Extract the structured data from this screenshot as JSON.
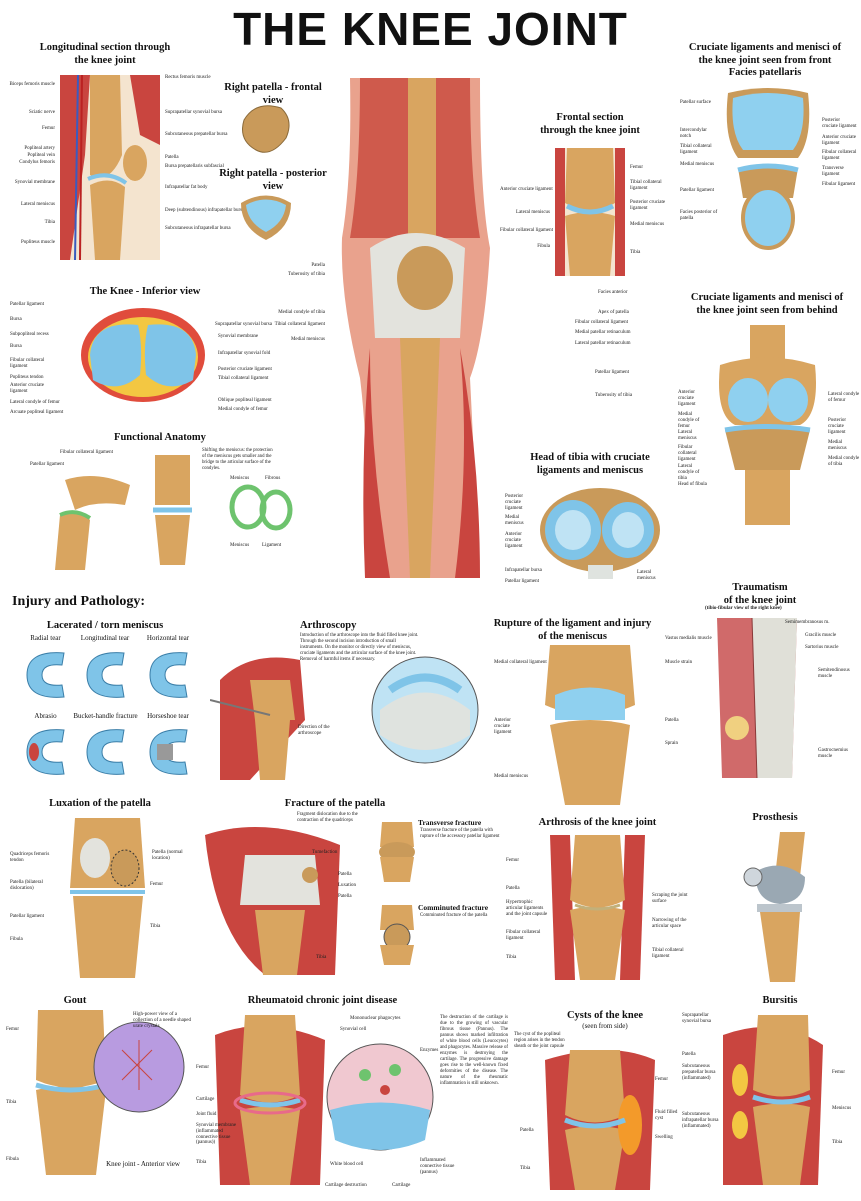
{
  "title": "THE KNEE JOINT",
  "longitudinal": {
    "heading": "Longitudinal section through\nthe knee joint",
    "labels_left": [
      "Biceps femoris muscle",
      "Sciatic nerve",
      "Femur",
      "Popliteal artery",
      "Popliteal vein",
      "Condylus femoris",
      "Synovial membrane",
      "Lateral meniscus",
      "Tibia",
      "Popliteus muscle"
    ],
    "labels_right": [
      "Rectus femoris muscle",
      "Suprapatellar synovial bursa",
      "Subcutaneous prepatellar bursa",
      "Patella",
      "Bursa prepatellaris subfascial",
      "Infrapatellar fat body",
      "Deep (subtendinous) infrapatellar bursa",
      "Subcutaneous infrapatellar bursa"
    ]
  },
  "patella_front": {
    "heading": "Right patella - frontal view"
  },
  "patella_back": {
    "heading": "Right patella - posterior view"
  },
  "frontal": {
    "heading": "Frontal section\nthrough the knee joint",
    "labels_left": [
      "Anterior cruciate ligament",
      "Lateral meniscus",
      "Fibular collateral ligament",
      "Fibula"
    ],
    "labels_right": [
      "Femur",
      "Tibial collateral ligament",
      "Posterior cruciate ligament",
      "Medial meniscus",
      "Tibia"
    ]
  },
  "central": {
    "labels_left": [
      "Patella",
      "Tuberosity of tibia",
      "Medial condyle of tibia",
      "Tibial collateral ligament",
      "Medial meniscus"
    ],
    "labels_right": [
      "Facies anterior",
      "Apex of patella",
      "Fibular collateral ligament",
      "Medial patellar retinaculum",
      "Lateral patellar retinaculum",
      "Patellar ligament",
      "Tuberosity of tibia"
    ]
  },
  "cruciate_front": {
    "heading": "Cruciate ligaments and menisci of\nthe knee joint seen from front\nFacies patellaris",
    "labels_left": [
      "Patellar surface",
      "Intercondylar notch",
      "Tibial collateral ligament",
      "Medial meniscus",
      "Patellar ligament",
      "Facies posterior of patella"
    ],
    "labels_right": [
      "Posterior cruciate ligament",
      "Anterior cruciate ligament",
      "Fibular collateral ligament",
      "Transverse ligament",
      "Fibular ligament"
    ]
  },
  "cruciate_back": {
    "heading": "Cruciate ligaments and menisci of\nthe knee joint seen from behind",
    "labels_left": [
      "Anterior cruciate ligament",
      "Medial condyle of femur",
      "Lateral meniscus",
      "Fibular collateral ligament",
      "Lateral condyle of tibia",
      "Head of fibula"
    ],
    "labels_right": [
      "Lateral condyle of femur",
      "Posterior cruciate ligament",
      "Medial meniscus",
      "Medial condyle of tibia"
    ]
  },
  "inferior": {
    "heading": "The Knee - Inferior view",
    "labels_left": [
      "Patellar ligament",
      "Bursa",
      "Subpopliteal recess",
      "Bursa",
      "Fibular collateral ligament",
      "Popliteus tendon",
      "Anterior cruciate ligament",
      "Lateral condyle of femur",
      "Arcuate popliteal ligament"
    ],
    "labels_right": [
      "Suprapatellar synovial bursa",
      "Synovial membrane",
      "Infrapatellar synovial fold",
      "Posterior cruciate ligament",
      "Tibial collateral ligament",
      "Oblique popliteal ligament",
      "Medial condyle of femur"
    ]
  },
  "functional": {
    "heading": "Functional Anatomy",
    "labels": [
      "Patellar ligament",
      "Fibular collateral ligament",
      "Meniscus",
      "Fibrous",
      "Meniscus",
      "Ligament"
    ],
    "text": "Shifting the meniscus: the protection of the meniscus gets smaller and the bridge to the articular surface of the condyles."
  },
  "head_tibia": {
    "heading": "Head of tibia with cruciate\nligaments and meniscus",
    "labels_left": [
      "Posterior cruciate ligament",
      "Medial meniscus",
      "Anterior cruciate ligament",
      "Infrapatellar bursa",
      "Patellar ligament"
    ],
    "labels_right": [
      "Lateral meniscus"
    ]
  },
  "injury": {
    "heading": "Injury and Pathology:"
  },
  "meniscus": {
    "heading": "Lacerated / torn meniscus",
    "tears": [
      "Radial tear",
      "Longitudinal tear",
      "Horizontal tear",
      "Abrasio",
      "Bucket-handle fracture",
      "Horseshoe tear"
    ]
  },
  "arthroscopy": {
    "heading": "Arthroscopy",
    "text": "Introduction of the arthroscope into the fluid filled knee joint. Through the second incision introduction of small instruments. On the monitor or directly view of meniscus, cruciate ligaments and the articular surface of the knee joint. Removal of harmful items if necessary.",
    "labels": [
      "Direction of the arthroscope"
    ]
  },
  "rupture": {
    "heading": "Rupture of the ligament and injury\nof the meniscus",
    "labels": [
      "Medial collateral ligament",
      "Anterior cruciate ligament",
      "Medial meniscus"
    ]
  },
  "traumatism": {
    "heading": "Traumatism\nof the knee joint",
    "subheading": "(tibio-fibular view of the right knee)",
    "labels_left": [
      "Vastus medialis muscle",
      "Muscle strain",
      "Patella",
      "Sprain"
    ],
    "labels_right": [
      "Semimembranosus m.",
      "Gracilis muscle",
      "Sartorius muscle",
      "Semitendinosus muscle",
      "Gastrocnemius muscle"
    ]
  },
  "luxation": {
    "heading": "Luxation of the patella",
    "labels_left": [
      "Quadriceps femoris tendon",
      "Patella (bilateral dislocation)",
      "Patellar ligament",
      "Fibula"
    ],
    "labels_right": [
      "Patella (normal location)",
      "Femur",
      "Tibia"
    ]
  },
  "fracture": {
    "heading": "Fracture of the patella",
    "text": "Fragment dislocation due to the contraction of the quadriceps",
    "labels": [
      "Tumefaction",
      "Patella",
      "Luxation",
      "Patella",
      "Tibia"
    ],
    "transverse": {
      "title": "Transverse fracture",
      "text": "Transverse fracture of the patella with rupture of the accessory patellar ligament"
    },
    "comminuted": {
      "title": "Comminuted fracture",
      "text": "Comminuted fracture of the patella"
    }
  },
  "arthrosis": {
    "heading": "Arthrosis of the knee joint",
    "labels_left": [
      "Femur",
      "Patella",
      "Hypertrophic articular ligaments and the joint capsule",
      "Fibular collateral ligament",
      "Tibia"
    ],
    "labels_right": [
      "Scraping the joint surface",
      "Narrowing of the articular space",
      "Tibial collateral ligament"
    ]
  },
  "prosthesis": {
    "heading": "Prosthesis"
  },
  "gout": {
    "heading": "Gout",
    "labels": [
      "Femur",
      "Tibia",
      "Fibula"
    ],
    "inset": "High-power view of a collection of a needle shaped urate crystals",
    "caption": "Knee joint - Anterior view"
  },
  "rheumatoid": {
    "heading": "Rheumatoid chronic joint disease",
    "labels_left": [
      "Femur",
      "Cartilage",
      "Joint fluid",
      "Synovial membrane (inflammated connective tissue (pannus))",
      "Tibia"
    ],
    "labels_inset": [
      "Mononuclear phagocytes",
      "Synovial cell",
      "Enzymes",
      "White blood cell",
      "Cartilage destruction",
      "Cartilage",
      "Inflammated connective tissue (pannus)"
    ],
    "text": "The destruction of the cartilage is due to the growing of vascular fibrous tissue (Pannus). The pannus shows marked infiltration of white blood cells (Leucocytes) and phagocytes. Massive release of enzymes is destroying the cartilage. The progressive damage goes rise to the well-known fixed deformities of the disease. The nature of the rheumatic inflammation is still unknown."
  },
  "cysts": {
    "heading": "Cysts of the knee",
    "subheading": "(seen from side)",
    "text": "The cyst of the popliteal region arises in the tendon sheath or the joint capsule",
    "labels": [
      "Femur",
      "Patella",
      "Fluid filled cyst",
      "Swelling",
      "Tibia"
    ]
  },
  "bursitis": {
    "heading": "Bursitis",
    "labels_left": [
      "Suprapatellar synovial bursa",
      "Patella",
      "Subcutaneous prepatellar bursa (inflammated)",
      "Subcutaneous infrapatellar bursa (inflammated)"
    ],
    "labels_right": [
      "Femur",
      "Meniscus",
      "Tibia"
    ]
  },
  "colors": {
    "bone": "#d4a86a",
    "muscle": "#c9453f",
    "cartilage": "#7fc4e8",
    "ligament": "#dfe3df",
    "skin": "#e9a28d"
  }
}
